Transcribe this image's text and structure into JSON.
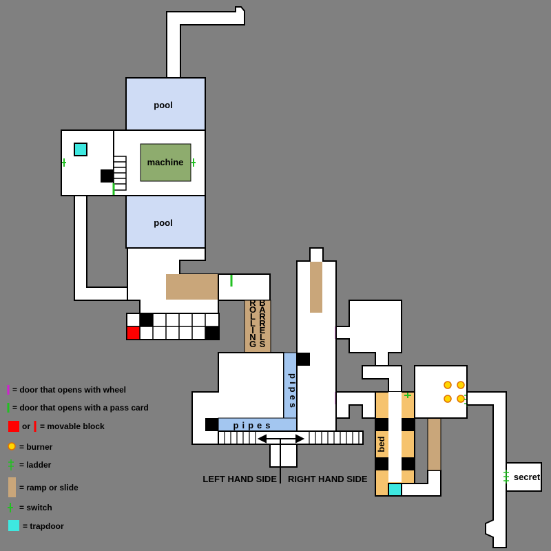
{
  "map": {
    "rooms": {
      "pool_top": "pool",
      "machine": "machine",
      "pool_bottom": "pool",
      "rolling_barrels": "ROLLING BARRELS",
      "pipes_vertical": "pipes",
      "pipes_horizontal": "pipes",
      "bed": "bed",
      "secret": "secret"
    },
    "sides": {
      "left": "LEFT HAND SIDE",
      "right": "RIGHT HAND SIDE"
    }
  },
  "legend": {
    "door_wheel": "= door that opens with wheel",
    "door_card": "= door that opens with a pass card",
    "or_text": "or",
    "movable_block": "= movable block",
    "burner": "= burner",
    "ladder": "= ladder",
    "ramp": "= ramp or slide",
    "switch": "= switch",
    "trapdoor": "= trapdoor"
  },
  "colors": {
    "background": "#808080",
    "room": "#ffffff",
    "pool": "#cfdcf5",
    "machine": "#8eac6e",
    "ramp": "#c9a67a",
    "pipes": "#a3c6f0",
    "bed": "#f6c36e",
    "trapdoor": "#3ee8e0",
    "movable_block": "#ff0000",
    "door_wheel": "#d020d0",
    "door_card": "#22c022",
    "burner": "#ffd700"
  }
}
